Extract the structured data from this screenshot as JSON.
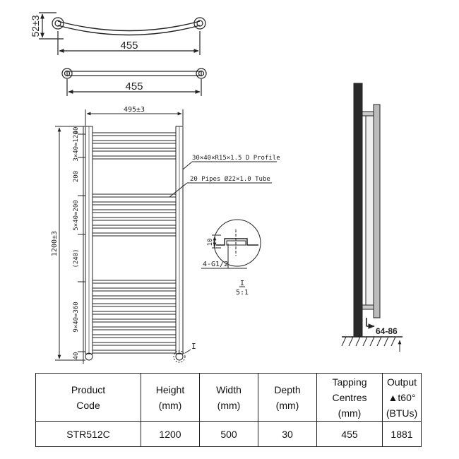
{
  "drawing": {
    "top_view_1": {
      "side_dim": "52±3",
      "width_dim": "455"
    },
    "top_view_2": {
      "width_dim": "455"
    },
    "front_view": {
      "overall_width": "495±3",
      "overall_height": "1200±3",
      "segments": [
        "40",
        "3×40=120",
        "200",
        "5×40=200",
        "(240)",
        "9×40=360",
        "40"
      ],
      "profile_label": "30×40×R15×1.5 D Profile",
      "pipes_label": "20 Pipes Ø22×1.0 Tube",
      "detail_marker": "I"
    },
    "detail_view": {
      "height_dim": "10",
      "thread_label": "4-G1/2",
      "ref_label": "I",
      "scale_label": "5:1"
    },
    "side_view": {
      "wall_gap": "64-86"
    }
  },
  "table": {
    "headers": [
      "Product\nCode",
      "Height\n(mm)",
      "Width\n(mm)",
      "Depth\n(mm)",
      "Tapping\nCentres\n(mm)",
      "Output\n▲t60° (BTUs)"
    ],
    "rows": [
      [
        "STR512C",
        "1200",
        "500",
        "30",
        "455",
        "1881"
      ]
    ]
  }
}
